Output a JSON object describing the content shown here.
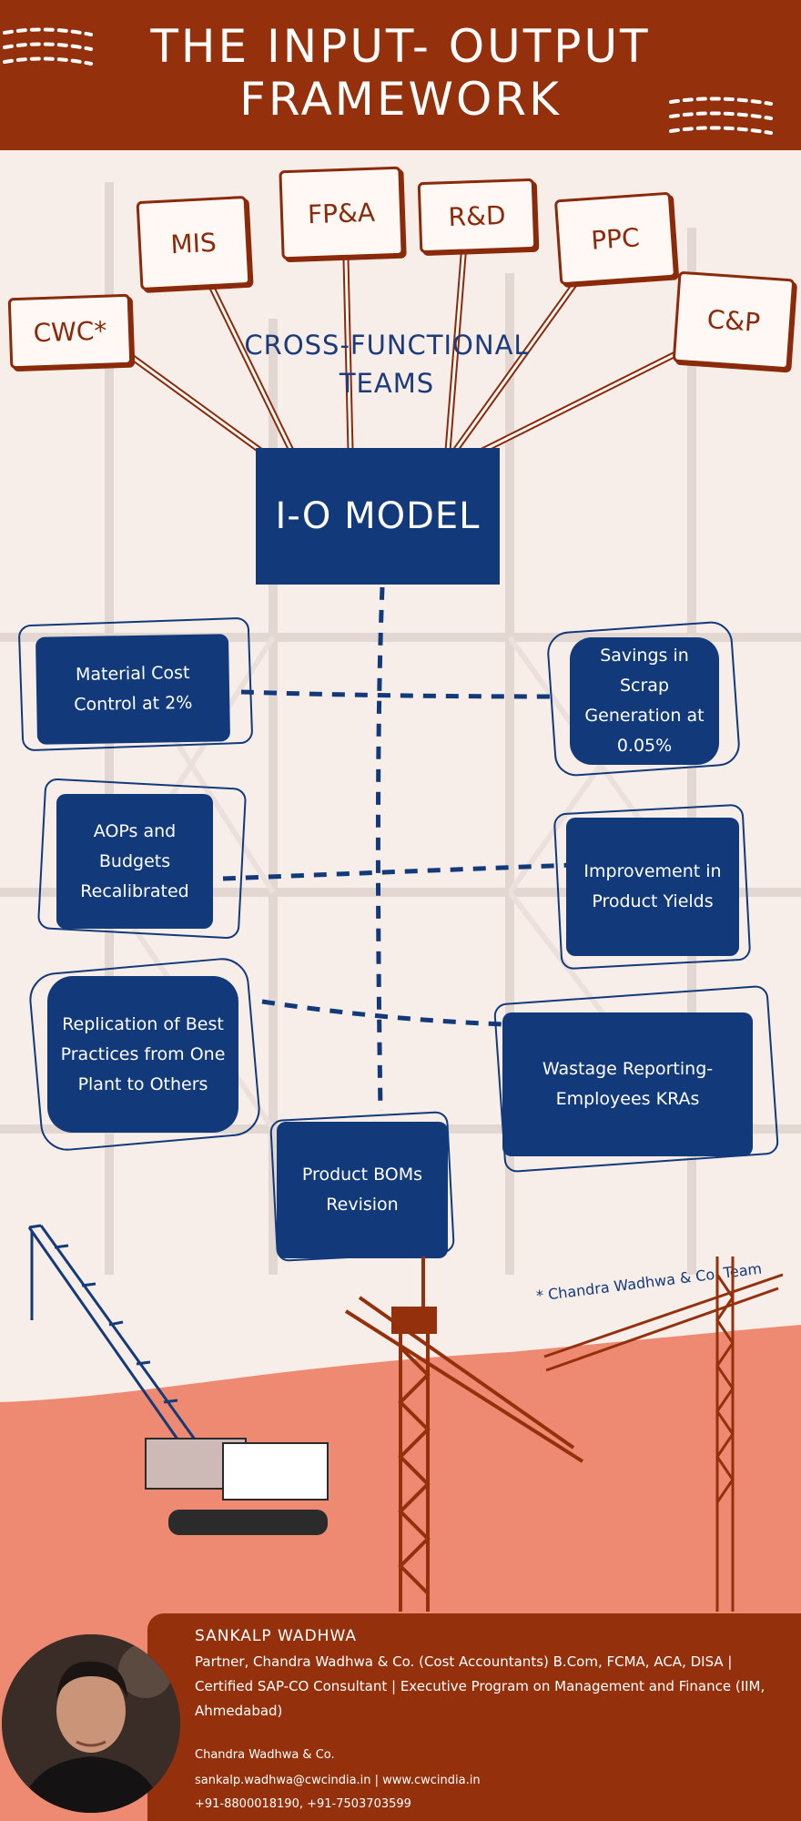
{
  "header": {
    "title_line1": "THE INPUT- OUTPUT",
    "title_line2": "FRAMEWORK"
  },
  "teams": {
    "cwc": "CWC*",
    "mis": "MIS",
    "fpa": "FP&A",
    "rd": "R&D",
    "ppc": "PPC",
    "cp": "C&P"
  },
  "cross_functional": {
    "line1": "CROSS-FUNCTIONAL",
    "line2": "TEAMS"
  },
  "model": {
    "label": "I-O MODEL"
  },
  "outcomes": {
    "material_cost": "Material Cost Control at 2%",
    "scrap_savings": "Savings in Scrap Generation at 0.05%",
    "aops_budgets": "AOPs and Budgets Recalibrated",
    "product_yields": "Improvement in Product Yields",
    "best_practices": "Replication of Best Practices from One Plant to Others",
    "wastage": "Wastage Reporting- Employees KRAs",
    "boms": "Product BOMs Revision"
  },
  "footnote": "* Chandra Wadhwa & Co. Team",
  "author": {
    "name": "SANKALP WADHWA",
    "bio": "Partner, Chandra Wadhwa & Co. (Cost Accountants) B.Com, FCMA, ACA, DISA | Certified SAP-CO Consultant | Executive Program on Management and Finance (IIM, Ahmedabad)",
    "firm": "Chandra Wadhwa & Co.",
    "contact": "sankalp.wadhwa@cwcindia.in | www.cwcindia.in",
    "phones": "+91-8800018190, +91-7503703599"
  },
  "colors": {
    "header_bg": "#94310c",
    "navy": "#123a7a",
    "salmon": "#ee8a72",
    "page_bg": "#f7ede9"
  }
}
